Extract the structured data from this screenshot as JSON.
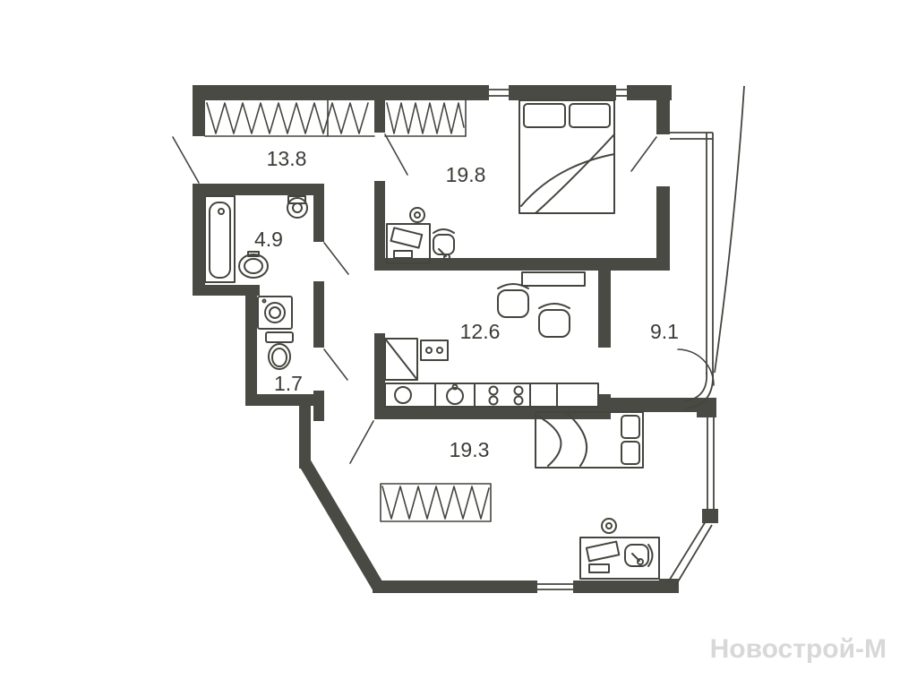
{
  "floorplan": {
    "watermark": "Новострой-М",
    "colors": {
      "wall": "#4a4a44",
      "line": "#45453f",
      "label": "#3b3b36",
      "watermark": "#d8d8d8",
      "background": "#ffffff"
    },
    "rooms": [
      {
        "name": "hallway",
        "area_label": "13.8"
      },
      {
        "name": "bedroom",
        "area_label": "19.8"
      },
      {
        "name": "bathroom",
        "area_label": "4.9"
      },
      {
        "name": "kitchen",
        "area_label": "12.6"
      },
      {
        "name": "balcony",
        "area_label": "9.1"
      },
      {
        "name": "wc",
        "area_label": "1.7"
      },
      {
        "name": "living-room",
        "area_label": "19.3"
      }
    ]
  }
}
